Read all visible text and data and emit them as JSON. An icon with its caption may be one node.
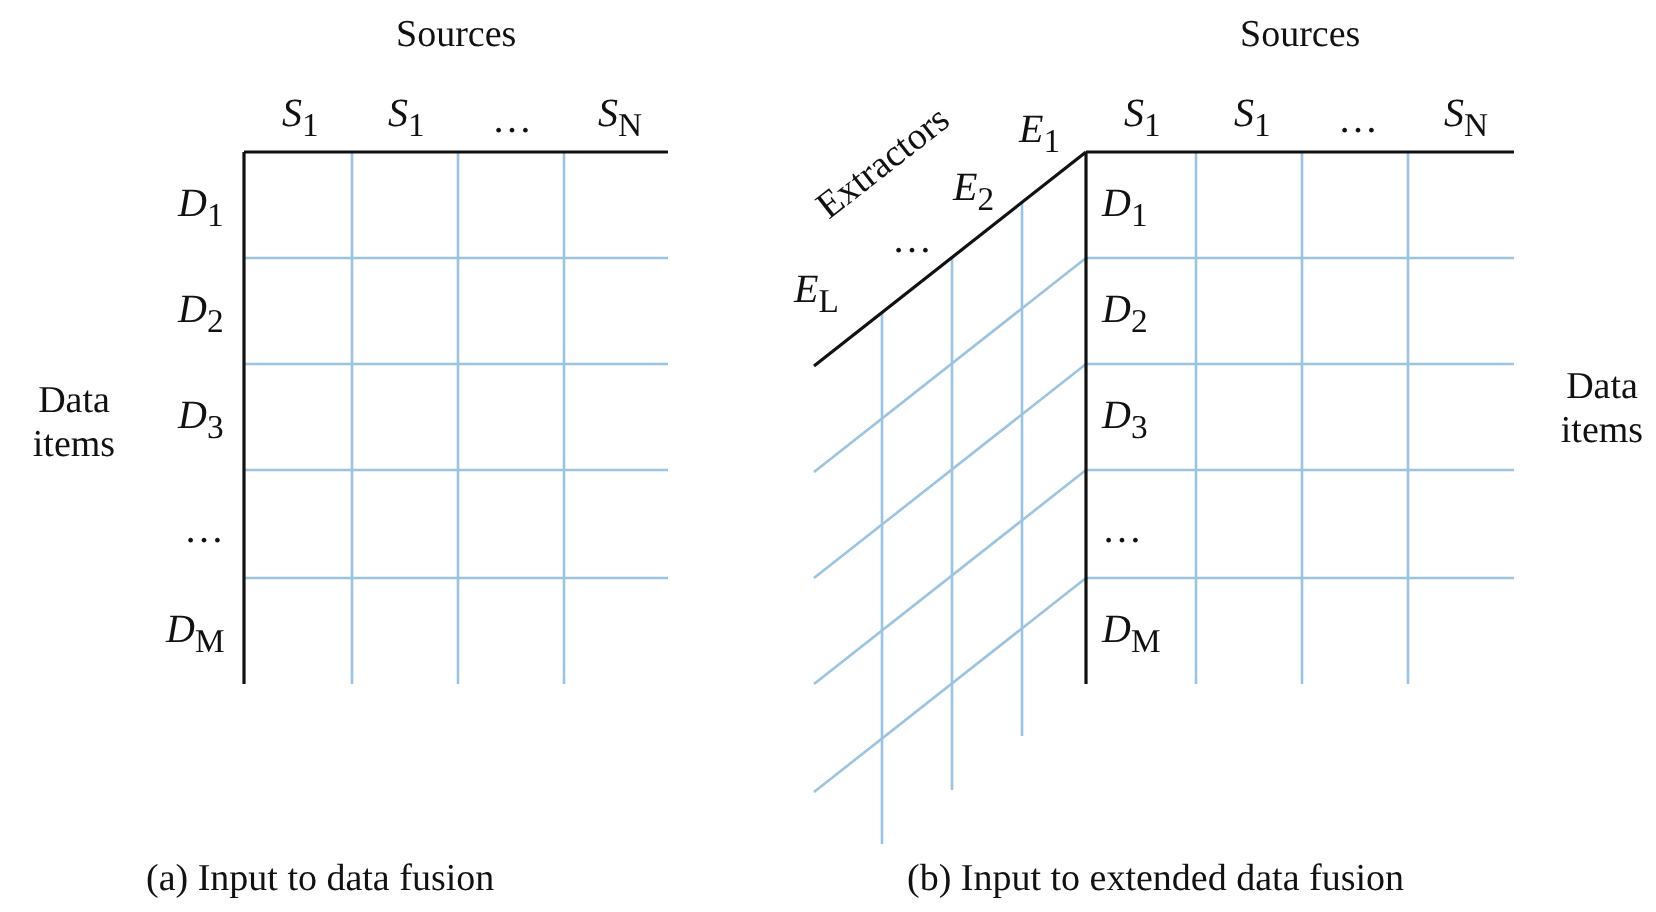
{
  "diagram": {
    "labels": [
      "Sources",
      "*S*$_{1}$",
      "*S*$_{1}$",
      "…",
      "*S*$_{N}$",
      "*D*$_{1}$",
      "*D*$_{2}$",
      "Data items",
      "*D*$_{3}$",
      "…",
      "*D*$_{M}$",
      "(a) Input to data fusion",
      "Sources",
      "Extractors",
      "*E*$_{1}$",
      "*S*$_{1}$",
      "*S*$_{1}$",
      "…",
      "*S*$_{N}$",
      "*E*$_{2}$",
      "…",
      "*E*$_{L}$",
      "*D*$_{1}$",
      "*D*$_{2}$",
      "Data items",
      "*D*$_{3}$",
      "…",
      "*D*$_{M}$",
      "(b) Input to extended data fusion"
    ]
  }
}
